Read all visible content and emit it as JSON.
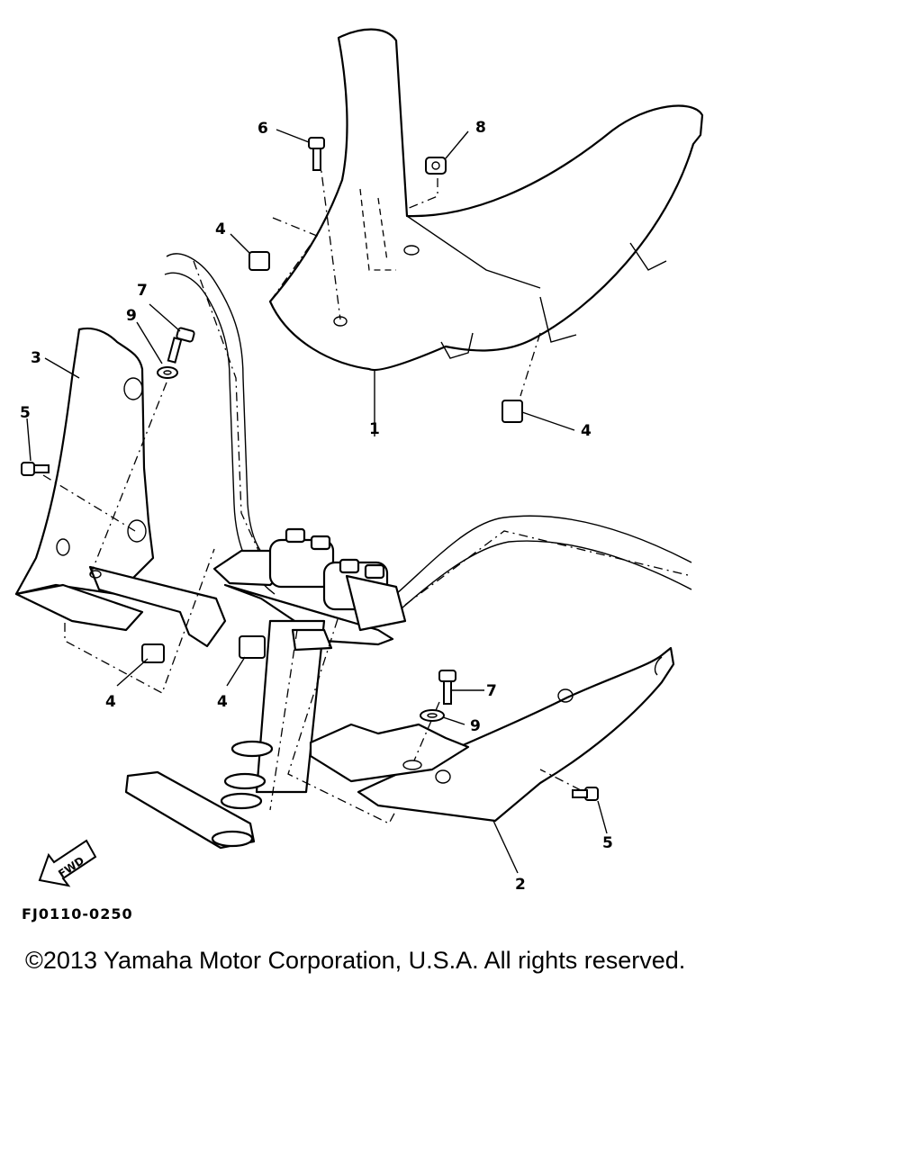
{
  "callouts": [
    "1",
    "2",
    "3",
    "4",
    "4",
    "4",
    "4",
    "5",
    "5",
    "6",
    "7",
    "7",
    "8",
    "9",
    "9"
  ],
  "direction_label": "FWD",
  "reference_code": "FJ0110-0250",
  "copyright": "©2013 Yamaha Motor Corporation, U.S.A. All rights reserved."
}
